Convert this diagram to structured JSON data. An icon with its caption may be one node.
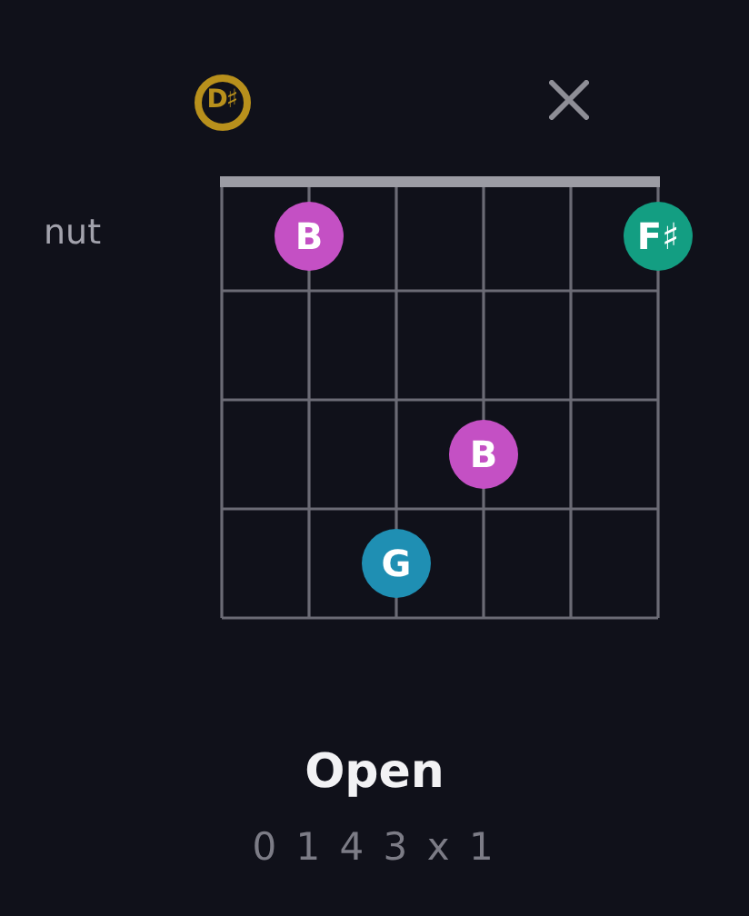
{
  "diagram": {
    "caption": "Open",
    "nodes": [
      {
        "text": [
          "D♯"
        ]
      },
      {
        "text": [
          "B"
        ]
      },
      {
        "text": [
          "F♯"
        ]
      },
      {
        "text": [
          "B"
        ]
      },
      {
        "text": [
          "G"
        ]
      }
    ],
    "labels": [
      "nut",
      "0 1 4 3 x 1"
    ]
  }
}
